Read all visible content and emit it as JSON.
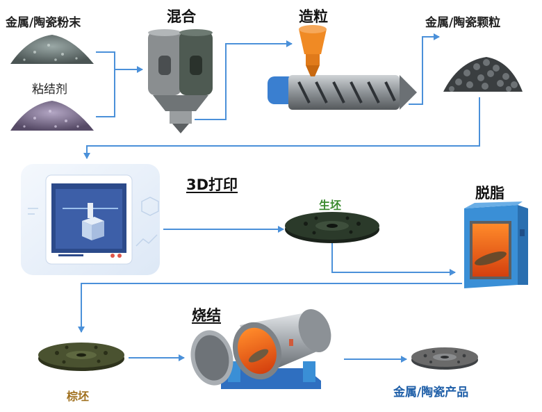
{
  "labels": {
    "metal_ceramic_powder": "金属/陶瓷粉末",
    "binder": "粘结剂",
    "mixing": "混合",
    "granulation": "造粒",
    "metal_ceramic_granules": "金属/陶瓷颗粒",
    "printing_3d": "3D打印",
    "green_part": "生坯",
    "debinding": "脱脂",
    "brown_part": "棕坯",
    "sintering": "烧结",
    "metal_ceramic_product": "金属/陶瓷产品"
  },
  "colors": {
    "flow_arrow": "#4a90d9",
    "granulation_hopper": "#f08a24",
    "extruder_barrel": "#3a7fd0",
    "mixer_body": "#8a8e90",
    "green_part": "#2b3a2a",
    "brown_part": "#4a5230",
    "furnace_frame": "#3a8fd6",
    "sinter_base": "#2f6fc0",
    "product_part": "#6a6a6a"
  }
}
